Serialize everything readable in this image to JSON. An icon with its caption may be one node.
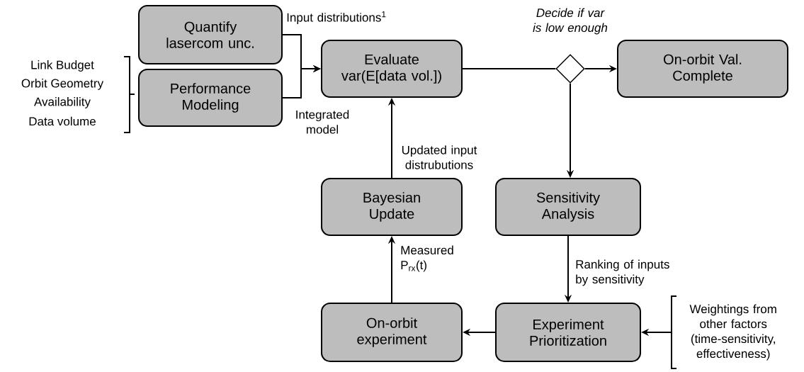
{
  "diagram": {
    "nodes": [
      {
        "text": [
          "Quantify lasercom unc."
        ]
      },
      {
        "text": [
          "Performance Modeling"
        ]
      },
      {
        "text": [
          "Evaluate var(E[data vol.])"
        ]
      },
      {
        "text": [],
        "shape": "diamond",
        "beside": [
          "Decide if var is low enough"
        ]
      },
      {
        "text": [
          "On-orbit Val. Complete"
        ]
      },
      {
        "text": [
          "Bayesian Update"
        ]
      },
      {
        "text": [
          "Sensitivity Analysis"
        ]
      },
      {
        "text": [
          "On-orbit experiment"
        ]
      },
      {
        "text": [
          "Experiment Prioritization"
        ]
      },
      {
        "text": [
          "Weightings from other factors (time-sensitivity, effectiveness)"
        ]
      }
    ],
    "edges": [
      {
        "from": 0,
        "to": 2,
        "arrow": "to",
        "label": "Input distributions$^{1}$"
      },
      {
        "from": 1,
        "to": 2,
        "arrow": "to",
        "label": "Integrated model"
      },
      {
        "from": 2,
        "to": 3,
        "arrow": "none"
      },
      {
        "from": 3,
        "to": 4,
        "arrow": "to"
      },
      {
        "from": 3,
        "to": 6,
        "arrow": "to"
      },
      {
        "from": 6,
        "to": 8,
        "arrow": "to",
        "label": "Ranking of inputs by sensitivity"
      },
      {
        "from": 8,
        "to": 7,
        "arrow": "to"
      },
      {
        "from": 7,
        "to": 5,
        "arrow": "to",
        "label": "Measured P$_{rx}$(t)"
      },
      {
        "from": 5,
        "to": 2,
        "arrow": "to",
        "label": "Updated input distrubutions"
      },
      {
        "from": 9,
        "to": 8,
        "arrow": "to"
      }
    ],
    "labels": [
      "Link Budget",
      "Orbit Geometry",
      "Availability",
      "Data volume"
    ]
  }
}
